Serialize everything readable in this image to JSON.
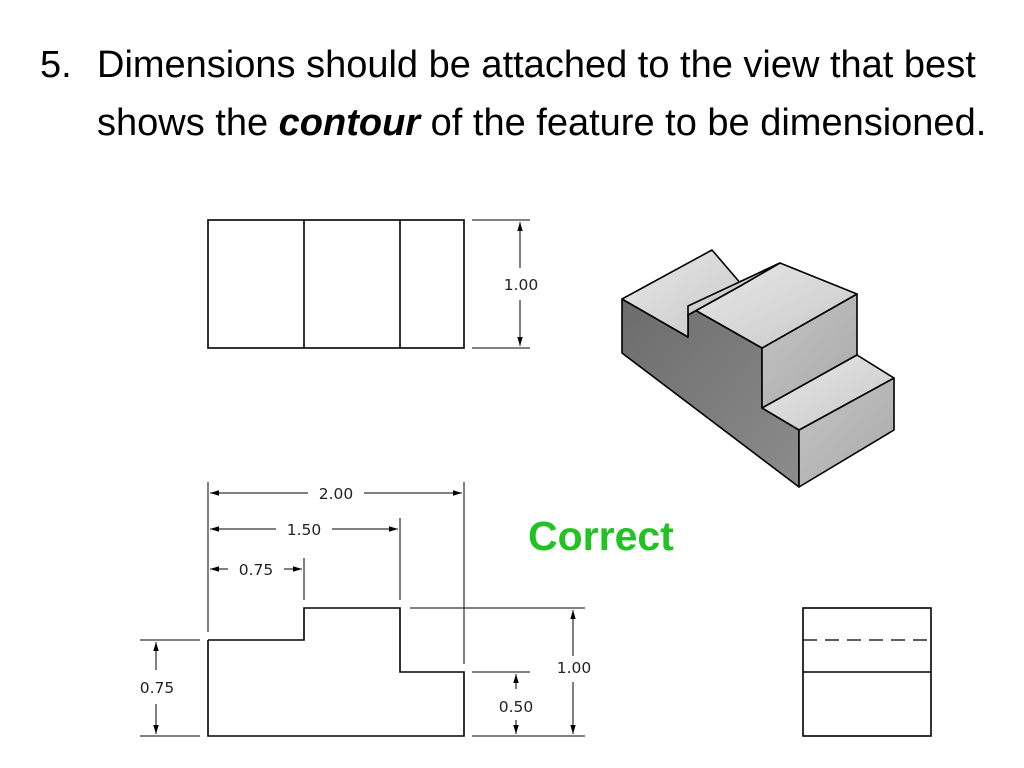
{
  "slide": {
    "number": "5.",
    "text_before": "Dimensions should be attached to the view that best shows the",
    "emphasis": "contour",
    "text_after": "of the feature to be dimensioned."
  },
  "verdict": {
    "label": "Correct",
    "color": "#22c222"
  },
  "top_view": {
    "height_dim": "1.00"
  },
  "front_view": {
    "overall_width_dim": "2.00",
    "step_right_dim": "1.50",
    "step_left_dim": "0.75",
    "left_height_dim": "0.75",
    "overall_height_dim": "1.00",
    "right_height_dim": "0.50"
  },
  "colors": {
    "iso_top": "#dcdcdc",
    "iso_front": "#7a7a7a",
    "iso_side": "#b9b9b9",
    "line": "#000000"
  }
}
